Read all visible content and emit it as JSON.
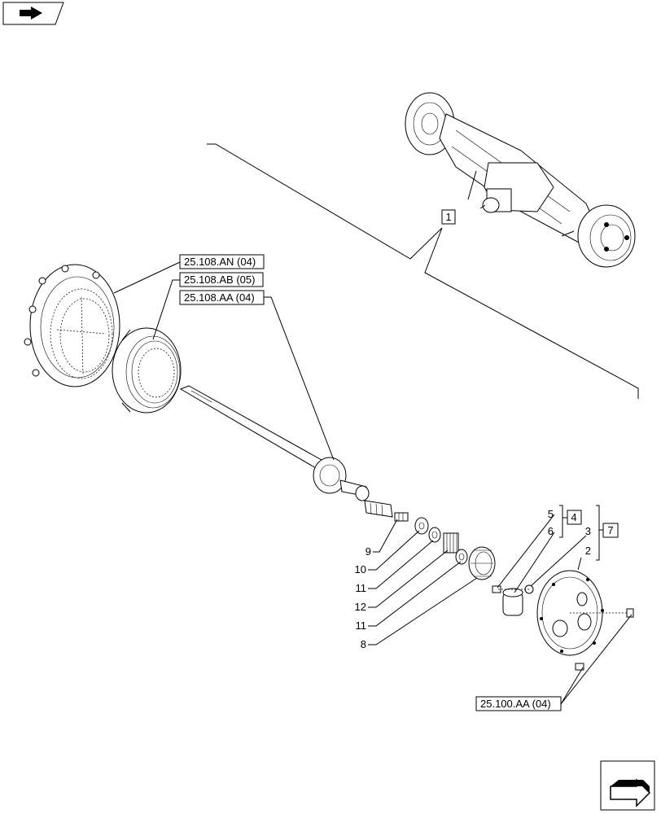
{
  "top_left_nav_icon": "book-arrow-icon",
  "bottom_right_nav_icon": "next-page-arrow-icon",
  "callouts": {
    "c1": "1",
    "c2": "2",
    "c3": "3",
    "c4": "4",
    "c5": "5",
    "c6": "6",
    "c7": "7",
    "c8": "8",
    "c9": "9",
    "c10": "10",
    "c11a": "11",
    "c11b": "11",
    "c12": "12"
  },
  "references": {
    "r_an": "25.108.AN (04)",
    "r_ab": "25.108.AB (05)",
    "r_aa": "25.108.AA (04)",
    "r_100": "25.100.AA (04)"
  }
}
